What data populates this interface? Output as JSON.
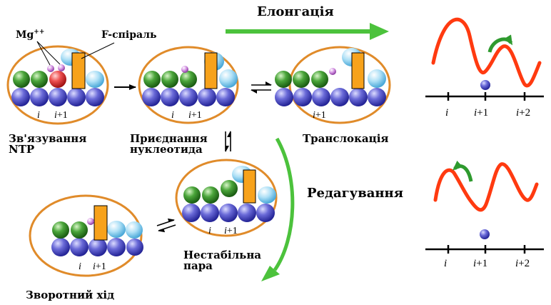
{
  "labels": {
    "elongation": "Елонгація",
    "editing": "Редагування",
    "mg": "Mg",
    "mg_sup": "++",
    "f_helix": "F-спіраль",
    "ntp_binding_1": "Зв'язування",
    "ntp_binding_2": "NTP",
    "nucleotide_addition_1": "Приєднання",
    "nucleotide_addition_2": "нуклеотида",
    "translocation": "Транслокація",
    "unstable_pair_1": "Нестабільна",
    "unstable_pair_2": "пара",
    "backtracking": "Зворотний хід"
  },
  "positions": {
    "i": "i",
    "i1_base": "i",
    "i1_suffix": "+1",
    "i2_base": "i",
    "i2_suffix": "+2"
  },
  "colors": {
    "ellipse_stroke": "#e08b2a",
    "template_base": "#5050c0",
    "rna_base": "#2e8b2e",
    "incoming_ntp": "#e04040",
    "polymerase_light": "#a8dcf2",
    "f_helix": "#f7a21b",
    "mg_ion": "#cc77dd",
    "energy_curve": "#ff3a10",
    "flow_arrow": "#4cc23c",
    "motion_arrow": "#2e9a2e"
  }
}
